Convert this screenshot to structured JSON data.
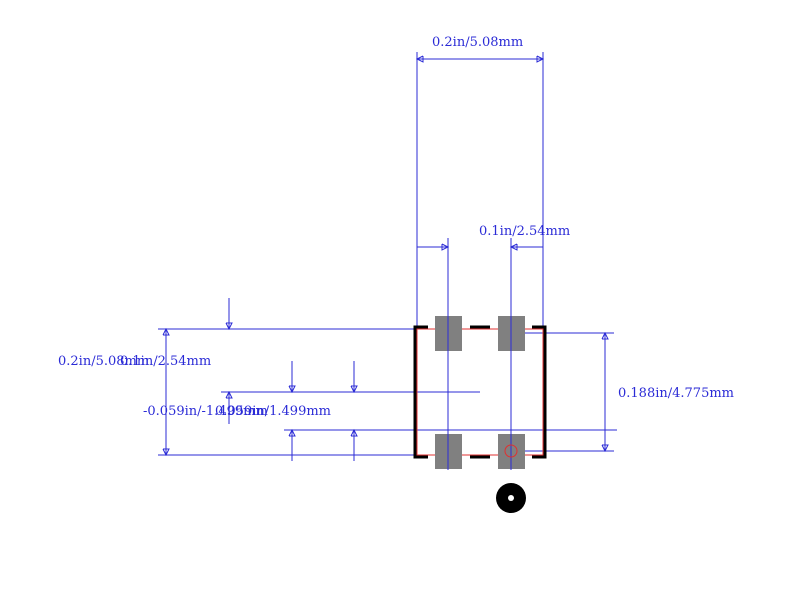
{
  "dimensions": {
    "top_width": "0.2in/5.08mm",
    "pitch": "0.1in/2.54mm",
    "left_overall": "0.2in/5.08mm",
    "left_pitch": "0.1in/2.54mm",
    "right_height": "0.188in/4.775mm",
    "offset_a": "-0.059in/-1.499mm",
    "offset_b": "0.059in/1.499mm"
  },
  "colors": {
    "dimension": "#2b2bd6",
    "pad": "#808080",
    "silkscreen": "#000000",
    "courtyard": "#e03030",
    "pin1_marker": "#000000"
  },
  "pins": [
    {
      "row": "top",
      "col": 1
    },
    {
      "row": "top",
      "col": 2
    },
    {
      "row": "bottom",
      "col": 1
    },
    {
      "row": "bottom",
      "col": 2
    }
  ],
  "pin1_indicator": "pin1-dot-icon"
}
